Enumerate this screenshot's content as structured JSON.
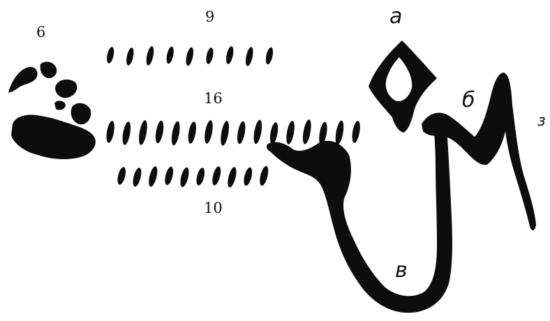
{
  "labels": {
    "count_top_left": "6",
    "count_row_top": "9",
    "count_row_middle": "16",
    "count_row_bottom": "10",
    "letter_a": "а",
    "letter_b": "б",
    "letter_v": "в",
    "letter_z": "з"
  },
  "colors": {
    "ink": "#0d0d0d",
    "background": "#ffffff"
  },
  "marks": {
    "row_top_count": 9,
    "row_middle_count": 16,
    "row_bottom_count": 10,
    "cluster_count": 6
  }
}
